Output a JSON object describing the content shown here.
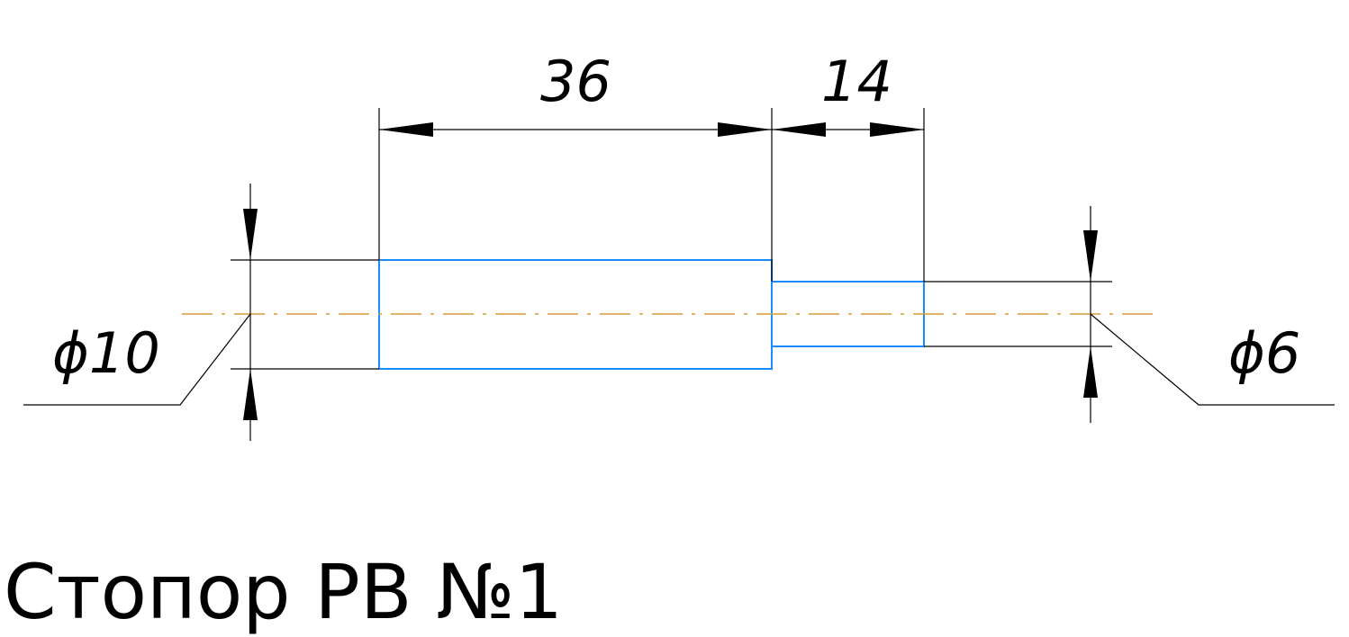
{
  "title": "Стопор РВ №1",
  "dimensions": {
    "length_large": "36",
    "length_small": "14",
    "diameter_large": "ϕ10",
    "diameter_small": "ϕ6"
  },
  "colors": {
    "part_outline": "#1a8cff",
    "centerline": "#d79b3a",
    "dimension_lines": "#000000"
  }
}
